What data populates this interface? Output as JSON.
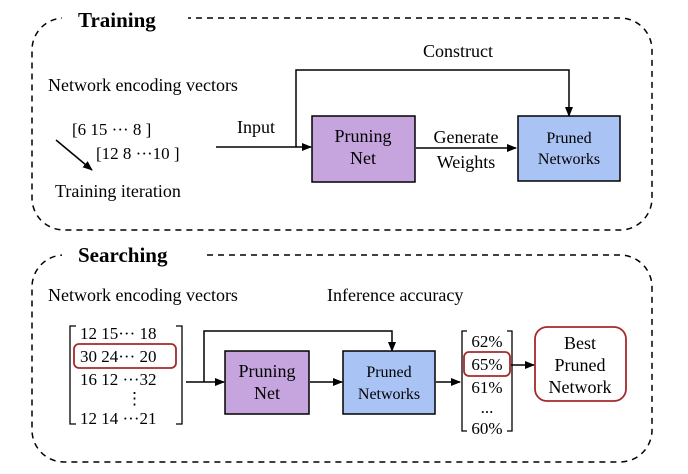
{
  "training": {
    "title": "Training",
    "vectors_label": "Network encoding vectors",
    "vector_row1": "[6  15  ···  8 ]",
    "vector_row2": "[12  8  ···10 ]",
    "iteration_label": "Training iteration",
    "input_label": "Input",
    "construct_label": "Construct",
    "pruning_net": [
      "Pruning",
      "Net"
    ],
    "generate_weights": [
      "Generate",
      "Weights"
    ],
    "pruned_networks": [
      "Pruned",
      "Networks"
    ]
  },
  "searching": {
    "title": "Searching",
    "vectors_label": "Network encoding vectors",
    "inference_label": "Inference accuracy",
    "matrix_rows": [
      "12  15··· 18",
      "30  24···  20",
      "16  12 ···32",
      "⋮",
      "12  14 ···21"
    ],
    "pruning_net": [
      "Pruning",
      "Net"
    ],
    "pruned_networks": [
      "Pruned",
      "Networks"
    ],
    "accuracies": [
      "62%",
      "65%",
      "61%",
      "...",
      "60%"
    ],
    "best": [
      "Best",
      "Pruned",
      "Network"
    ]
  },
  "colors": {
    "pruning_fill": "#c6a4dd",
    "pruned_fill": "#a9c3f5",
    "highlight": "#a52a2a"
  }
}
